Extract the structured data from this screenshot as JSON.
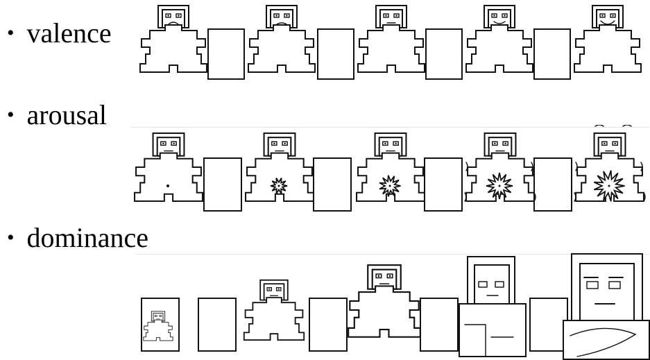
{
  "bullet_symbol": "•",
  "rows": [
    {
      "label": "valence",
      "figure_count": 5,
      "mouths": [
        "frown-strong",
        "frown",
        "neutral",
        "smile",
        "smile-big"
      ]
    },
    {
      "label": "arousal",
      "figure_count": 5,
      "arousal_levels": [
        1,
        2,
        3,
        4,
        5
      ]
    },
    {
      "label": "dominance",
      "figure_count": 5,
      "scale_levels": [
        1,
        2,
        3,
        4,
        5
      ]
    }
  ]
}
